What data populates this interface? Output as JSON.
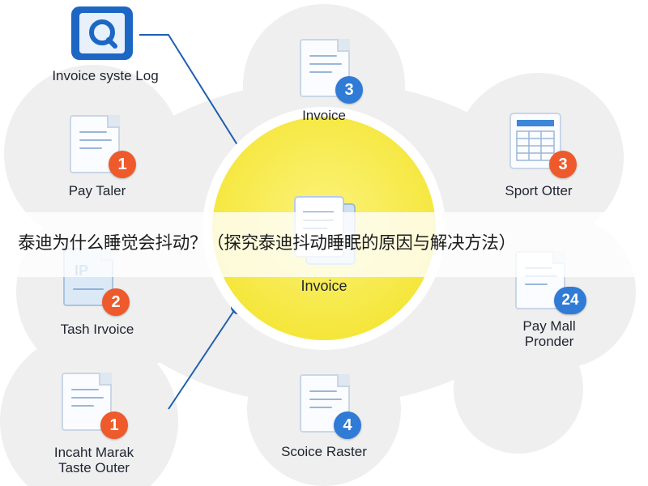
{
  "center": {
    "label": "Invoice"
  },
  "banner": {
    "text": "泰迪为什么睡觉会抖动？（探究泰迪抖动睡眠的原因与解决方法）"
  },
  "nodes": [
    {
      "label": "Invoice syste Log",
      "icon": "search-app-icon"
    },
    {
      "label": "Invoice",
      "badge": "3",
      "badge_color": "#2f7bd6",
      "icon": "document-icon"
    },
    {
      "label": "Pay Taler",
      "badge": "1",
      "badge_color": "#ee5a2c",
      "icon": "document-icon"
    },
    {
      "label": "Sport Otter",
      "badge": "3",
      "badge_color": "#ee5a2c",
      "icon": "spreadsheet-document-icon"
    },
    {
      "label": "Tash Irvoice",
      "badge": "2",
      "badge_color": "#ee5a2c",
      "icon_text": "IP",
      "icon": "ip-document-icon"
    },
    {
      "label_lines": [
        "Pay Mall",
        "Pronder"
      ],
      "badge": "24",
      "badge_color": "#2f7bd6",
      "icon": "document-icon"
    },
    {
      "label_lines": [
        "Incaht Marak",
        "Taste Outer"
      ],
      "badge": "1",
      "badge_color": "#ee5a2c",
      "icon": "document-icon"
    },
    {
      "label": "Scoice Raster",
      "badge": "4",
      "badge_color": "#2f7bd6",
      "icon": "document-icon"
    }
  ],
  "colors": {
    "hub_fill": "#f9ef50",
    "hub_ring": "#ffffff",
    "petal": "#eeeeee",
    "connector": "#1d5fb0",
    "orange_badge": "#ee5a2c",
    "blue_badge": "#2f7bd6"
  }
}
